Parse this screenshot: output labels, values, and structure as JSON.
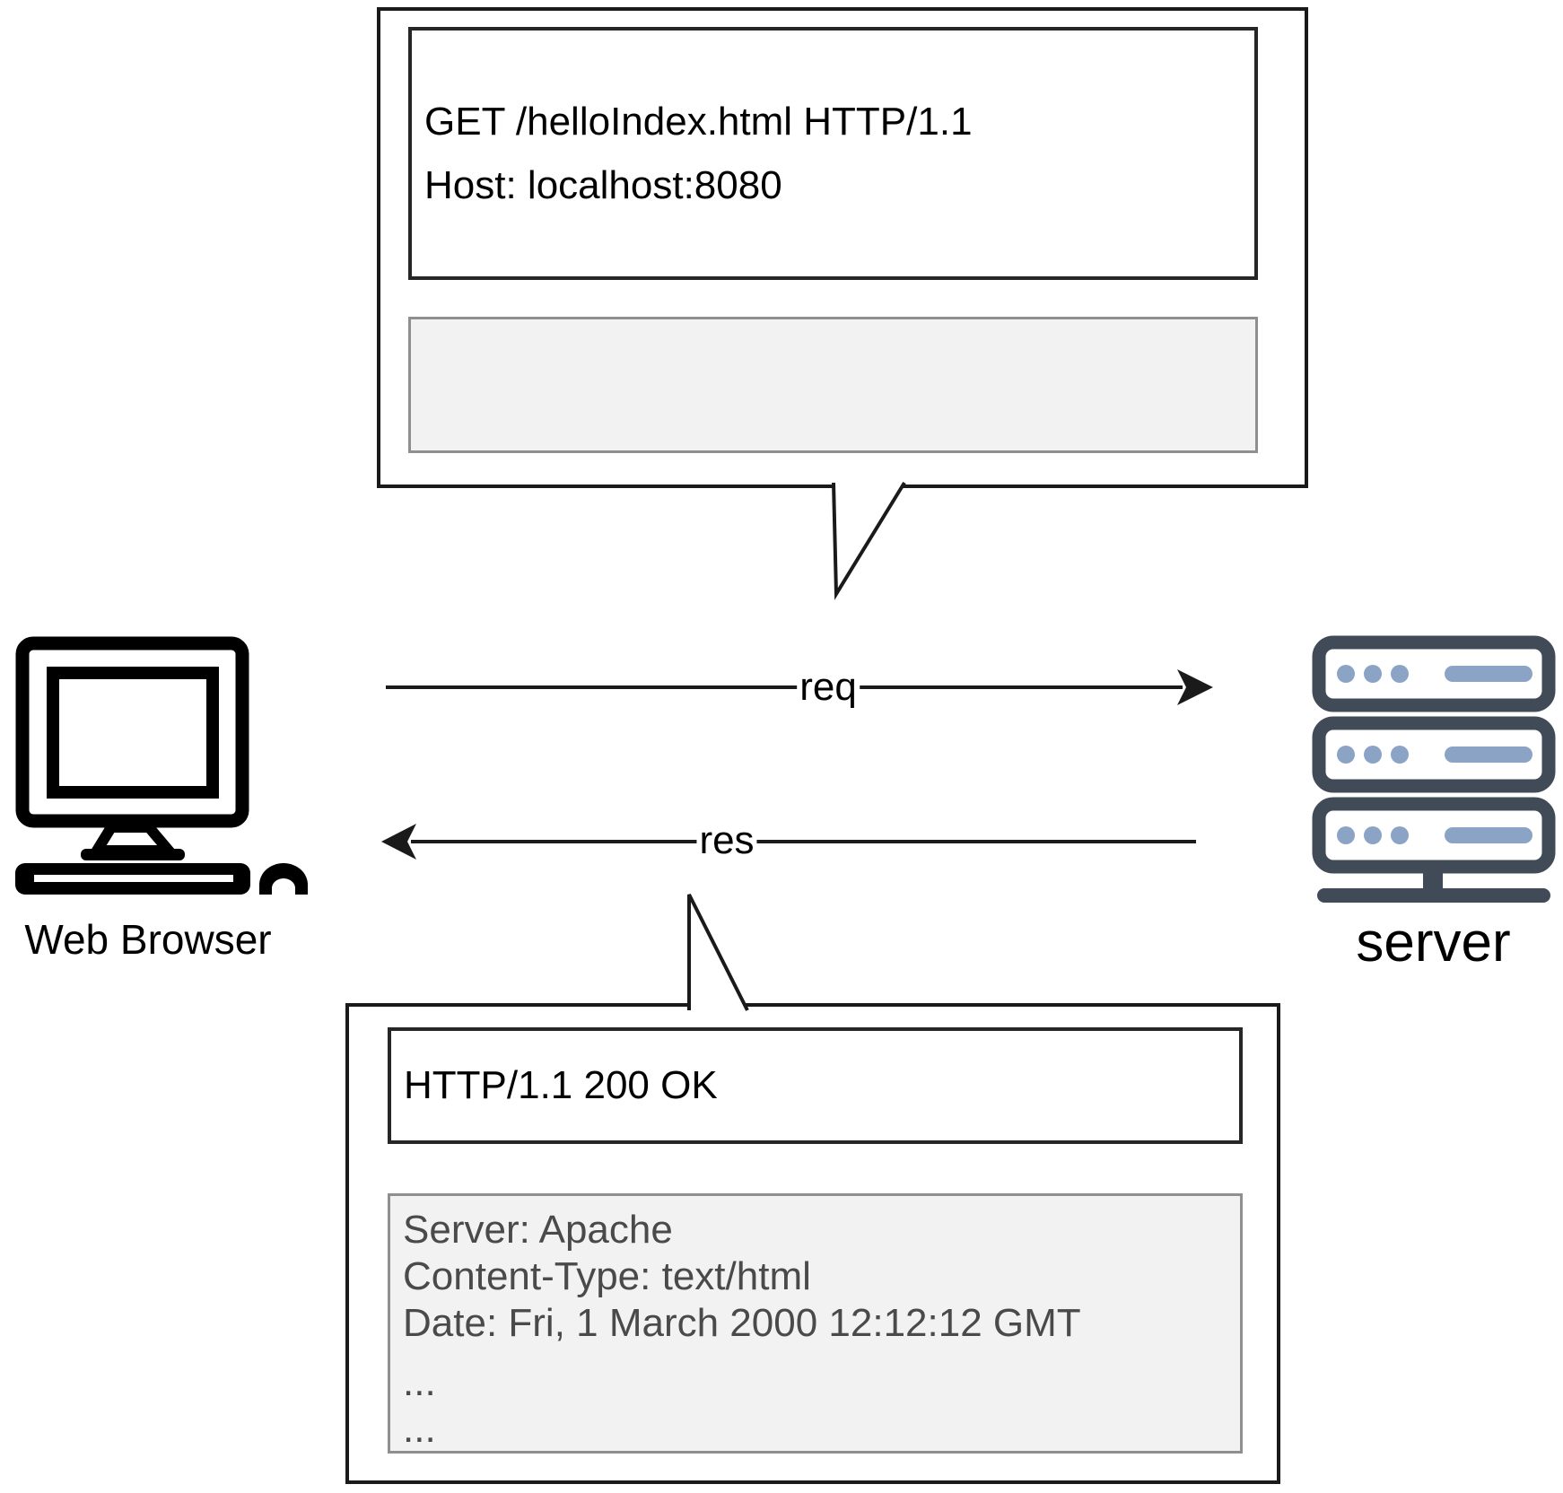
{
  "diagram": {
    "request_bubble": {
      "lines": [
        "GET /helloIndex.html HTTP/1.1",
        "Host: localhost:8080"
      ]
    },
    "response_bubble": {
      "status_line": "HTTP/1.1 200 OK",
      "headers": [
        "Server: Apache",
        "Content-Type: text/html",
        "Date: Fri, 1 March 2000 12:12:12 GMT",
        "...",
        "..."
      ]
    },
    "labels": {
      "client": "Web Browser",
      "server": "server",
      "request_arrow": "req",
      "response_arrow": "res"
    },
    "icons": {
      "client": "desktop-computer-icon",
      "server": "server-rack-icon"
    },
    "colors": {
      "outline": "#1a1a1a",
      "box_border": "#262626",
      "muted_border": "#8f8f8f",
      "muted_fill": "#f2f2f2",
      "header_text": "#4a4a4a",
      "server_dark": "#414b57",
      "server_accent": "#8ba4c6"
    }
  }
}
